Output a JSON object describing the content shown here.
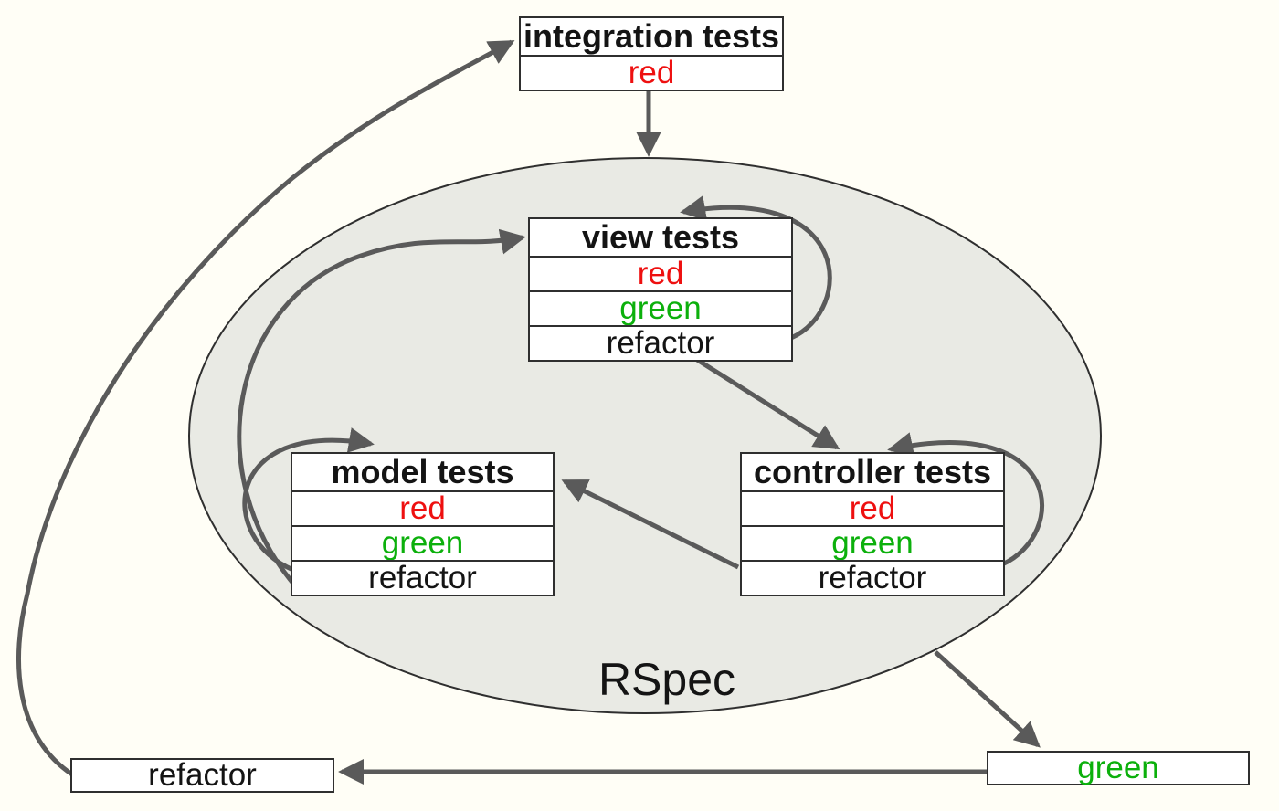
{
  "title": "RSpec outside-in red-green-refactor testing cycle",
  "colors": {
    "red": "#ee1010",
    "green": "#0cb00c",
    "ink": "#141414",
    "arrow": "#5a5a5a",
    "border": "#2f2f2f",
    "ellipse-fill": "#e9eae4",
    "box-bg": "#ffffff",
    "bg": "#fffef6"
  },
  "ellipse_label": "RSpec",
  "nodes": {
    "integration": {
      "title": "integration tests",
      "rows": [
        {
          "label": "red",
          "color": "red"
        }
      ]
    },
    "view": {
      "title": "view tests",
      "rows": [
        {
          "label": "red",
          "color": "red"
        },
        {
          "label": "green",
          "color": "green"
        },
        {
          "label": "refactor",
          "color": "ink"
        }
      ]
    },
    "model": {
      "title": "model tests",
      "rows": [
        {
          "label": "red",
          "color": "red"
        },
        {
          "label": "green",
          "color": "green"
        },
        {
          "label": "refactor",
          "color": "ink"
        }
      ]
    },
    "controller": {
      "title": "controller tests",
      "rows": [
        {
          "label": "red",
          "color": "red"
        },
        {
          "label": "green",
          "color": "green"
        },
        {
          "label": "refactor",
          "color": "ink"
        }
      ]
    },
    "green_step": {
      "rows": [
        {
          "label": "green",
          "color": "green"
        }
      ]
    },
    "refactor_step": {
      "rows": [
        {
          "label": "refactor",
          "color": "ink"
        }
      ]
    }
  }
}
